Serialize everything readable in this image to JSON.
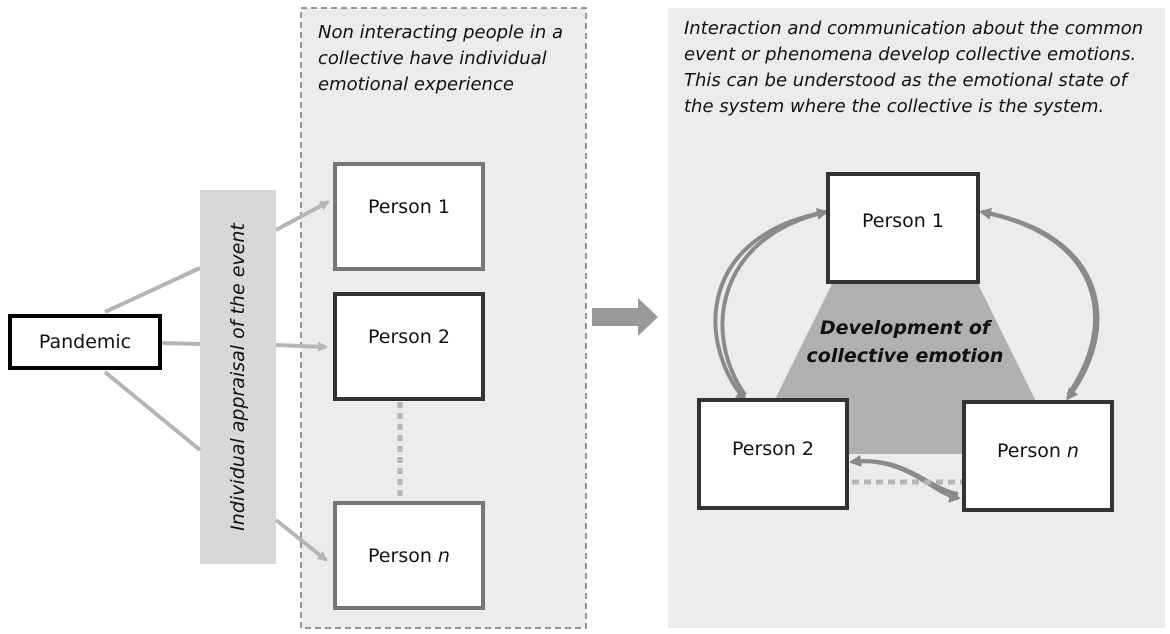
{
  "left_source": {
    "label": "Pandemic"
  },
  "appraisal_band": {
    "label": "Individual appraisal of the event"
  },
  "left_panel": {
    "caption": "Non interacting people in a collective have individual emotional experience",
    "persons": [
      {
        "label": "Person 1",
        "suffix": ""
      },
      {
        "label": "Person 2",
        "suffix": ""
      },
      {
        "label": "Person ",
        "suffix": "n"
      }
    ]
  },
  "right_panel": {
    "caption": "Interaction and communication about the common event or phenomena develop collective emotions. This can be understood as the emotional state of the system where the collective is the system.",
    "triangle_label_line1": "Development of",
    "triangle_label_line2": "collective emotion",
    "persons": [
      {
        "label": "Person 1",
        "suffix": ""
      },
      {
        "label": "Person 2",
        "suffix": ""
      },
      {
        "label": "Person ",
        "suffix": "n"
      }
    ]
  },
  "colors": {
    "box_border_dark": "#333333",
    "box_border_light": "#7a7a7a",
    "arrow_gray": "#b5b5b5",
    "panel_bg": "#ececec",
    "triangle_fill": "#b0b0b0",
    "band_fill": "#d8d8d8"
  }
}
